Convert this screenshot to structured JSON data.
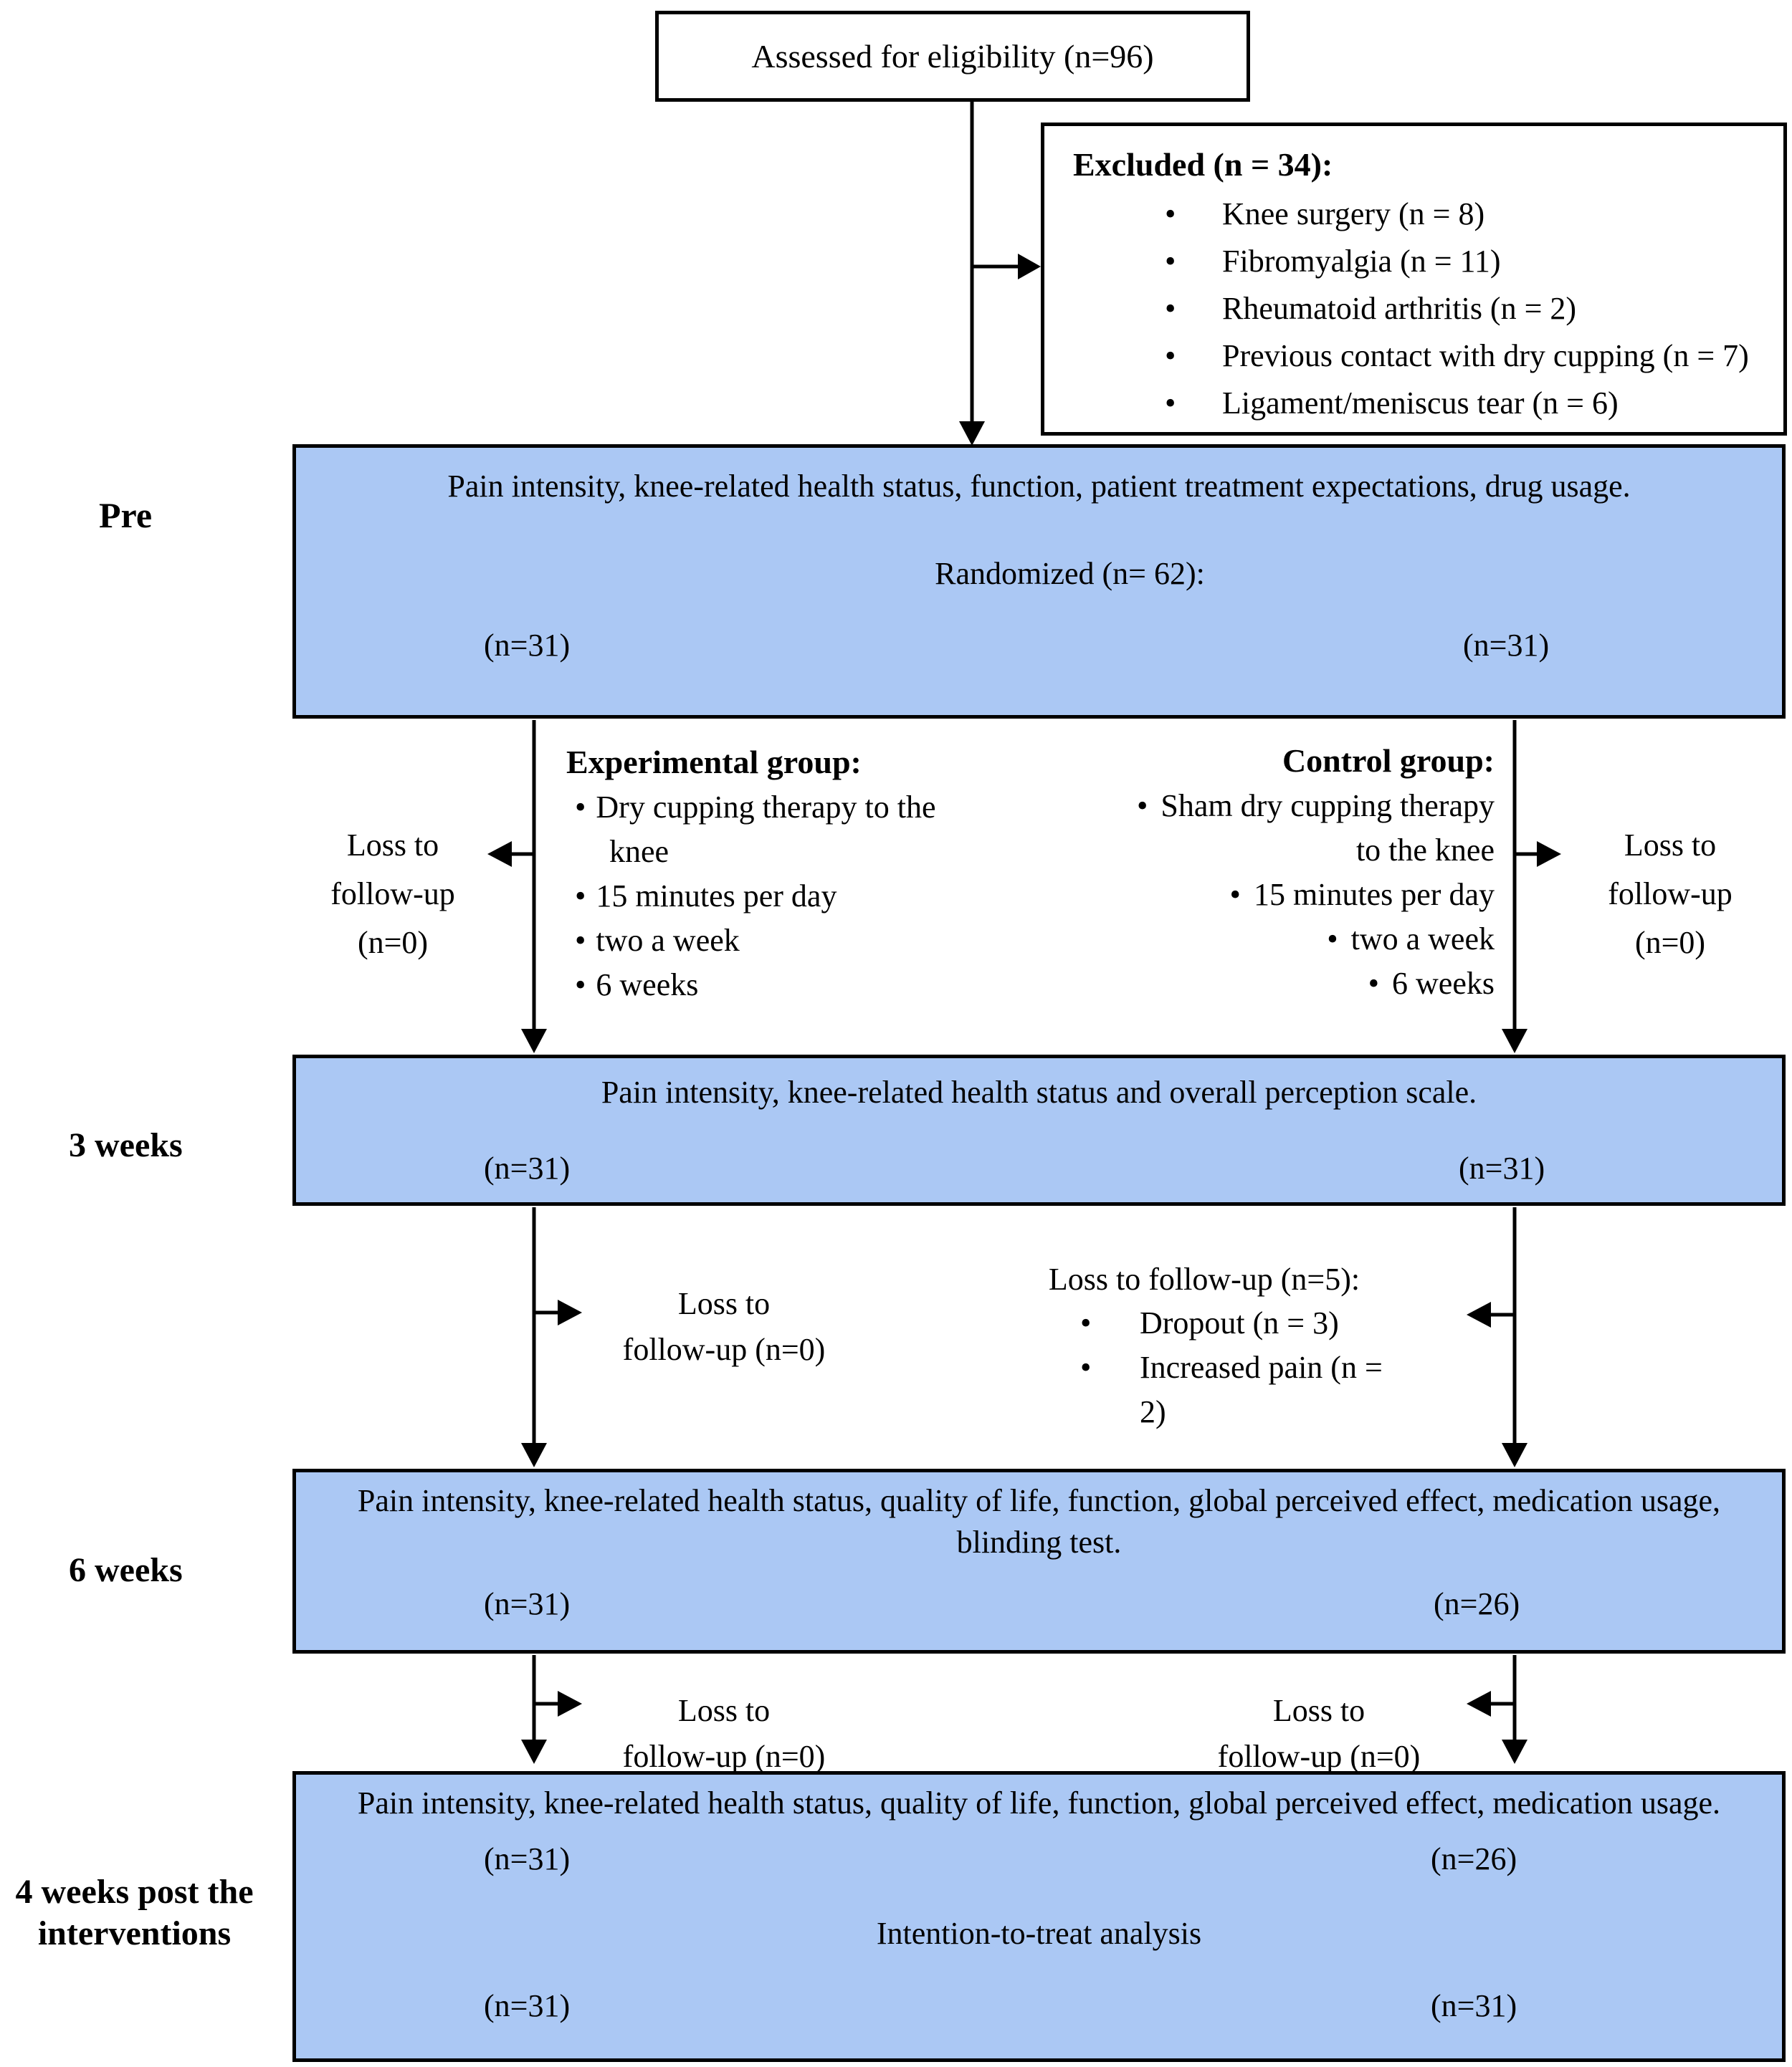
{
  "palette": {
    "box_fill": "#abc8f4",
    "line_color": "#000000",
    "background": "#ffffff"
  },
  "top_box": {
    "text": "Assessed for eligibility (n=96)"
  },
  "excluded_box": {
    "title": "Excluded (n = 34):",
    "items": [
      "Knee surgery (n = 8)",
      "Fibromyalgia (n = 11)",
      "Rheumatoid arthritis (n = 2)",
      "Previous contact with dry cupping (n = 7)",
      "Ligament/meniscus tear (n = 6)"
    ]
  },
  "stage_labels": {
    "pre": "Pre",
    "three_weeks": "3 weeks",
    "six_weeks": "6 weeks",
    "four_weeks_post": "4 weeks post the interventions"
  },
  "pre_box": {
    "line1": "Pain intensity, knee-related health status, function, patient treatment expectations, drug usage.",
    "line2": "Randomized (n= 62):",
    "left_n": "(n=31)",
    "right_n": "(n=31)"
  },
  "experimental_group": {
    "title": "Experimental group:",
    "items": [
      "Dry cupping therapy to the knee",
      "15 minutes per day",
      "two a week",
      "6 weeks"
    ]
  },
  "control_group": {
    "title": "Control group:",
    "items": [
      "Sham dry cupping therapy to the knee",
      "15 minutes per day",
      "two a week",
      "6 weeks"
    ]
  },
  "loss_left_1": {
    "lines": [
      "Loss to",
      "follow-up",
      "(n=0)"
    ]
  },
  "loss_right_1": {
    "lines": [
      "Loss to",
      "follow-up",
      "(n=0)"
    ]
  },
  "three_weeks_box": {
    "line1": "Pain intensity, knee-related health status and overall perception scale.",
    "left_n": "(n=31)",
    "right_n": "(n=31)"
  },
  "loss_mid_left": {
    "lines": [
      "Loss to",
      "follow-up (n=0)"
    ]
  },
  "loss_mid_right": {
    "title": "Loss to follow-up (n=5):",
    "items": [
      "Dropout (n = 3)",
      "Increased pain (n = 2)"
    ]
  },
  "six_weeks_box": {
    "line1": "Pain intensity, knee-related health status, quality of life, function, global perceived effect, medication usage,",
    "line2": "blinding test.",
    "left_n": "(n=31)",
    "right_n": "(n=26)"
  },
  "loss_bottom_left": {
    "lines": [
      "Loss to",
      "follow-up (n=0)"
    ]
  },
  "loss_bottom_right": {
    "lines": [
      "Loss to",
      "follow-up (n=0)"
    ]
  },
  "final_box": {
    "line1": "Pain intensity, knee-related health status, quality of life, function, global perceived effect, medication usage.",
    "row1_left": "(n=31)",
    "row1_right": "(n=26)",
    "center_line": "Intention-to-treat analysis",
    "row2_left": "(n=31)",
    "row2_right": "(n=31)"
  }
}
